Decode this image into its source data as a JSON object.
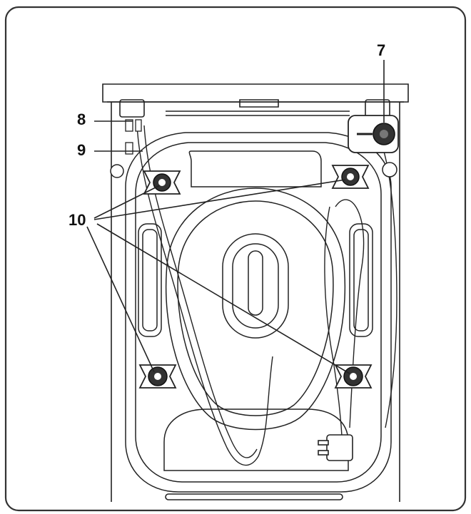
{
  "callouts": {
    "label_7": "7",
    "label_8": "8",
    "label_9": "9",
    "label_10": "10"
  },
  "colors": {
    "frame": "#333333",
    "line": "#222222",
    "background": "#ffffff"
  },
  "icons": {
    "transport_bolt": "transport-bolt-icon",
    "drain_filter": "drain-filter-icon",
    "power_plug": "power-plug-icon"
  }
}
